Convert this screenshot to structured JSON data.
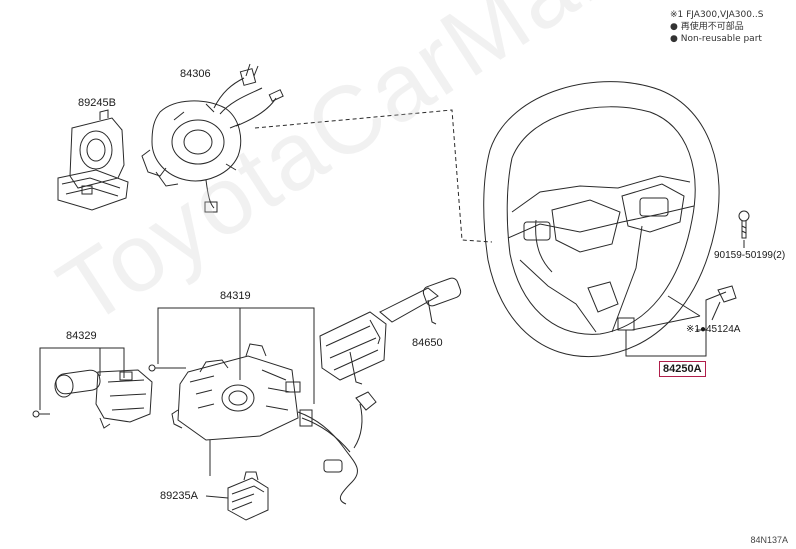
{
  "notes": {
    "line1": "※1 FJA300,VJA300..S",
    "line2": "● 再使用不可部品",
    "line3": "● Non-reusable part"
  },
  "parts": {
    "p89245B": "89245B",
    "p84306": "84306",
    "p84319": "84319",
    "p84329": "84329",
    "p84650": "84650",
    "p89235A": "89235A",
    "p84250A": "84250A",
    "p90159": "90159-50199(2)",
    "p45124A": "※1●45124A"
  },
  "watermark": "ToyotaCarMart.ru",
  "diagram_code": "84N137A",
  "colors": {
    "highlight": "#b01e4a",
    "line": "#333333"
  }
}
